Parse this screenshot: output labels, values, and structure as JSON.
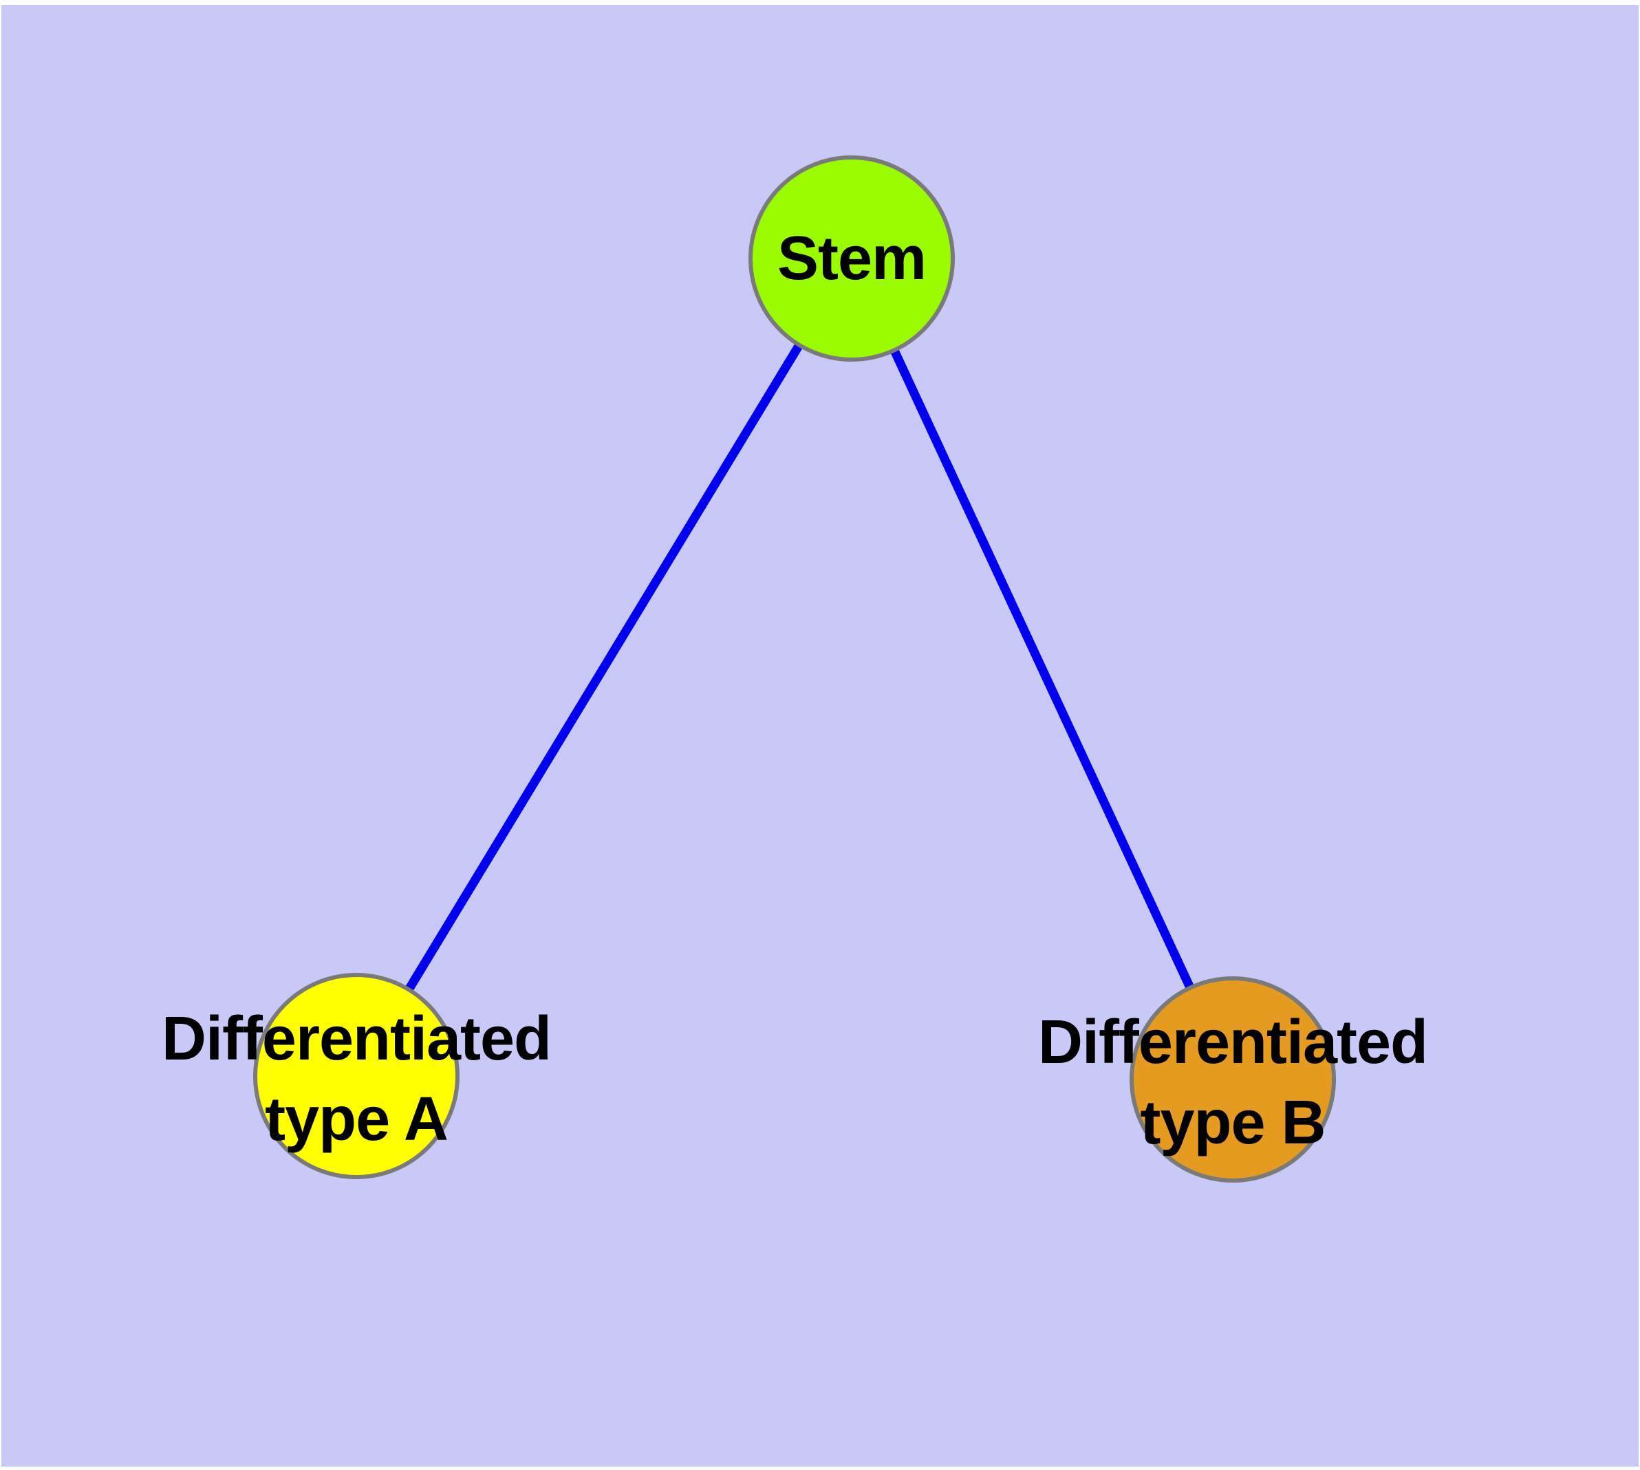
{
  "diagram": {
    "background_color": "#c9c9f8",
    "edge_color": "#0000ee",
    "node_border_color": "#7a7a7a",
    "text_color": "#000000",
    "nodes": [
      {
        "id": "stem",
        "label": "Stem",
        "fill": "#9bfb00"
      },
      {
        "id": "type-a",
        "label": "Differentiated\ntype A",
        "fill": "#ffff00"
      },
      {
        "id": "type-b",
        "label": "Differentiated\ntype B",
        "fill": "#e49b20"
      }
    ],
    "edges": [
      {
        "from": "stem",
        "to": "type-a"
      },
      {
        "from": "stem",
        "to": "type-b"
      }
    ]
  }
}
